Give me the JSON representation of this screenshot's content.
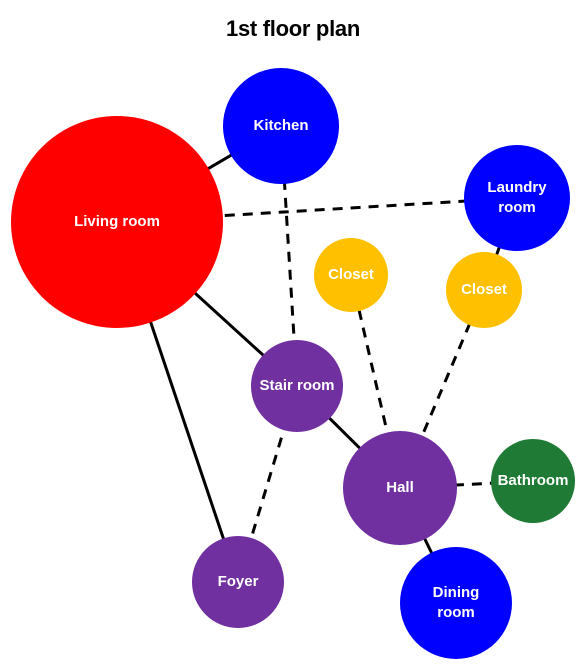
{
  "title": "1st floor plan",
  "colors": {
    "red": "#ff0000",
    "blue": "#0000ff",
    "purple": "#7030a0",
    "yellow": "#ffc000",
    "green": "#1e7a34"
  },
  "nodes": [
    {
      "id": "living-room",
      "label": [
        "Living room"
      ],
      "color": "red"
    },
    {
      "id": "kitchen",
      "label": [
        "Kitchen"
      ],
      "color": "blue"
    },
    {
      "id": "laundry-room",
      "label": [
        "Laundry",
        "room"
      ],
      "color": "blue"
    },
    {
      "id": "closet-left",
      "label": [
        "Closet"
      ],
      "color": "yellow"
    },
    {
      "id": "closet-right",
      "label": [
        "Closet"
      ],
      "color": "yellow"
    },
    {
      "id": "stair-room",
      "label": [
        "Stair room"
      ],
      "color": "purple"
    },
    {
      "id": "hall",
      "label": [
        "Hall"
      ],
      "color": "purple"
    },
    {
      "id": "bathroom",
      "label": [
        "Bathroom"
      ],
      "color": "green"
    },
    {
      "id": "foyer",
      "label": [
        "Foyer"
      ],
      "color": "purple"
    },
    {
      "id": "dining-room",
      "label": [
        "Dining",
        "room"
      ],
      "color": "blue"
    }
  ],
  "edges": [
    {
      "from": "living-room",
      "to": "kitchen",
      "style": "solid"
    },
    {
      "from": "living-room",
      "to": "laundry-room",
      "style": "dashed"
    },
    {
      "from": "living-room",
      "to": "stair-room",
      "style": "solid"
    },
    {
      "from": "living-room",
      "to": "foyer",
      "style": "solid"
    },
    {
      "from": "kitchen",
      "to": "stair-room",
      "style": "dashed"
    },
    {
      "from": "laundry-room",
      "to": "closet-right",
      "style": "solid"
    },
    {
      "from": "closet-right",
      "to": "hall",
      "style": "dashed"
    },
    {
      "from": "closet-left",
      "to": "hall",
      "style": "dashed"
    },
    {
      "from": "stair-room",
      "to": "hall",
      "style": "solid"
    },
    {
      "from": "stair-room",
      "to": "foyer",
      "style": "dashed"
    },
    {
      "from": "hall",
      "to": "bathroom",
      "style": "dashed"
    },
    {
      "from": "hall",
      "to": "dining-room",
      "style": "solid"
    }
  ]
}
